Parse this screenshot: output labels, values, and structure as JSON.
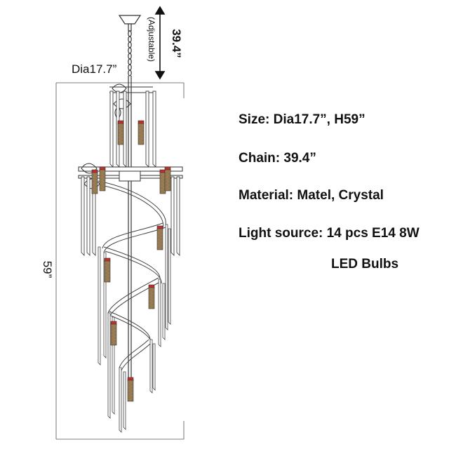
{
  "dimensions": {
    "chain_length": "39.4”",
    "chain_note": "(Adjustable)",
    "diameter": "Dia17.7”",
    "height": "59”"
  },
  "specs": {
    "size": "Size: Dia17.7”, H59”",
    "chain": "Chain:  39.4”",
    "material": "Material: Matel, Crystal",
    "light_source": "Light source: 14 pcs E14 8W",
    "light_source_cont": "LED Bulbs"
  },
  "colors": {
    "line": "#333333",
    "bulb": "#a07858",
    "bulb_accent": "#c0302a",
    "bulb_dots": "#5a8a30"
  }
}
